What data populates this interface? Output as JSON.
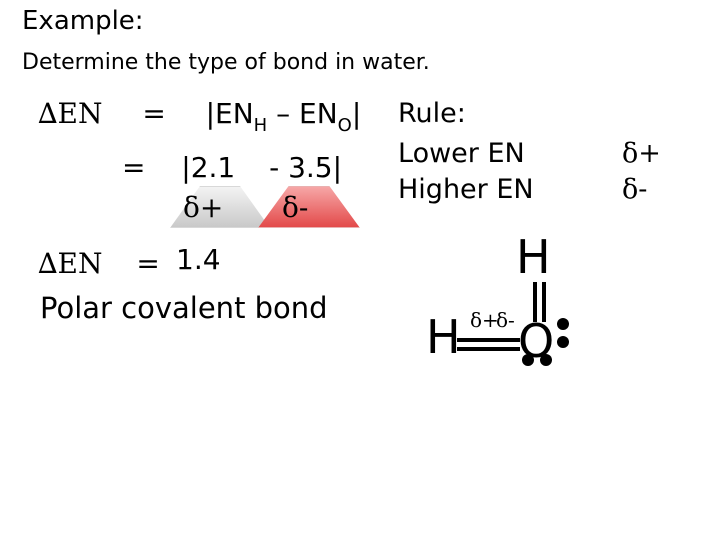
{
  "header": {
    "title": "Example:",
    "subtitle": "Determine the type of bond in water."
  },
  "equation": {
    "line1_lhs": "∆EN",
    "line1_eq": "=",
    "line1_rhs_a": "|EN",
    "line1_sub_h": "H",
    "line1_rhs_b": " – EN",
    "line1_sub_o": "O",
    "line1_rhs_c": "|",
    "line2_eq": "=",
    "line2_a": "|2.1",
    "line2_b": "- 3.5|",
    "delta_plus": "δ+",
    "delta_minus": "δ-",
    "line3_lhs": "∆EN",
    "line3_eq": "=",
    "line3_value": "1.4",
    "conclusion": "Polar covalent bond"
  },
  "rule": {
    "heading": "Rule:",
    "lower": "Lower EN",
    "higher": "Higher EN",
    "lower_charge": "δ+",
    "higher_charge": "δ-"
  },
  "molecule": {
    "atom_h_top": "H",
    "atom_h_left": "H",
    "atom_o": "O",
    "charge_plus": "δ+",
    "charge_minus": "δ-"
  },
  "colors": {
    "delta_plus_highlight": "#d9d9d9",
    "delta_minus_highlight": "#e34a4a"
  }
}
